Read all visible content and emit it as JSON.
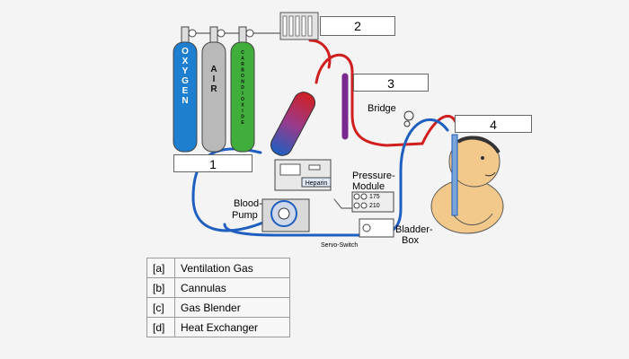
{
  "diagram": {
    "cylinders": [
      {
        "label": "OXYGEN",
        "color": "#1e7fd0"
      },
      {
        "label": "AIR",
        "color": "#b9b9b9"
      },
      {
        "label": "CARBON DIOXIDE",
        "color": "#3fae3a"
      }
    ],
    "components": {
      "heparin": "Heparin",
      "blood_pump": "Blood-\nPump",
      "pressure_module": "Pressure-\nModule",
      "pressure_readings": [
        "175",
        "210"
      ],
      "bridge": "Bridge",
      "servo_switch": "Servo-Switch",
      "bladder_box": "Bladder-\nBox"
    },
    "answer_boxes": [
      {
        "number": "1"
      },
      {
        "number": "2"
      },
      {
        "number": "3"
      },
      {
        "number": "4"
      }
    ],
    "colors": {
      "oxygen": "#1e7fd0",
      "air": "#b9b9b9",
      "co2": "#3fae3a",
      "venous": "#1f5fc0",
      "arterial": "#d11f1f",
      "bridge_tube": "#7a2a8f"
    }
  },
  "options": [
    {
      "key": "[a]",
      "value": "Ventilation Gas"
    },
    {
      "key": "[b]",
      "value": "Cannulas"
    },
    {
      "key": "[c]",
      "value": "Gas Blender"
    },
    {
      "key": "[d]",
      "value": "Heat Exchanger"
    }
  ]
}
